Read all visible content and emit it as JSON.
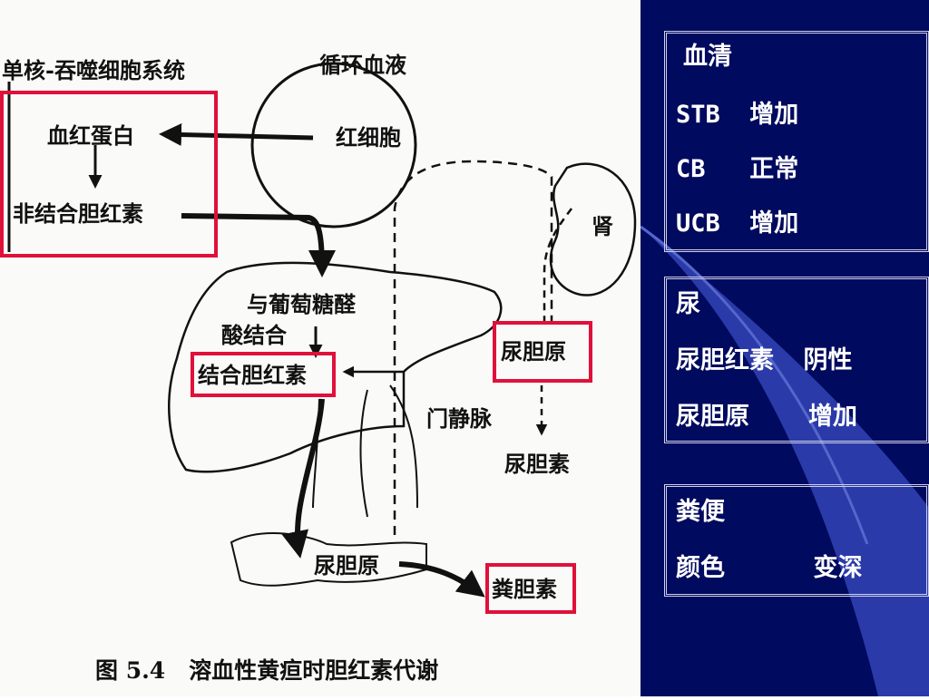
{
  "diagram": {
    "system_label": "单核-吞噬细胞系统",
    "circulation_label": "循环血液",
    "rbc_label": "红细胞",
    "hemoglobin_label": "血红蛋白",
    "unconjugated_label": "非结合胆红素",
    "kidney_label": "肾",
    "glucuronide_line1": "与葡萄糖醛",
    "glucuronide_line2": "酸结合",
    "conjugated_label": "结合胆红素",
    "urobilinogen_blood_label": "尿胆原",
    "portal_vein_label": "门静脉",
    "urobilin_label": "尿胆素",
    "urobilinogen_gut_label": "尿胆原",
    "stercobilin_label": "粪胆素",
    "caption": "图 5.4   溶血性黄疸时胆红素代谢"
  },
  "panel": {
    "serum": {
      "title": "血清",
      "rows": [
        "STB  增加",
        "CB   正常",
        "UCB  增加"
      ]
    },
    "urine": {
      "title": "尿",
      "rows": [
        "尿胆红素  阴性",
        "尿胆原    增加"
      ]
    },
    "stool": {
      "title": "粪便",
      "rows": [
        "颜色      变深"
      ]
    }
  },
  "colors": {
    "panel_bg": "#000a5e",
    "highlight_box": "#e0103a",
    "swoosh": "#2a3aa8"
  }
}
